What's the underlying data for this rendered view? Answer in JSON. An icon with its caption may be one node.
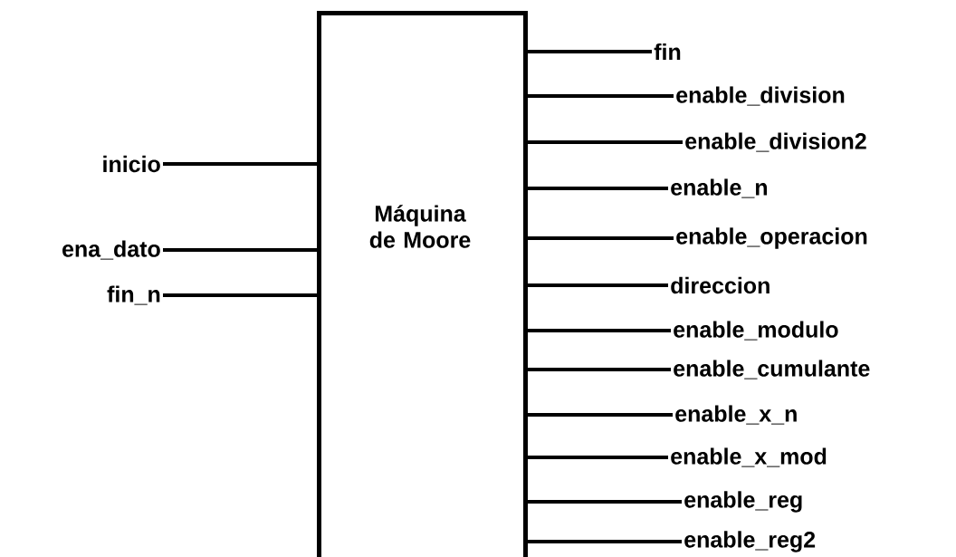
{
  "diagram": {
    "nodes": [
      {
        "text": [
          "Máquina de Moore"
        ]
      },
      {
        "text": [
          "inicio"
        ]
      },
      {
        "text": [
          "ena_dato"
        ]
      },
      {
        "text": [
          "fin_n"
        ]
      },
      {
        "text": [
          "fin"
        ]
      },
      {
        "text": [
          "enable_division"
        ]
      },
      {
        "text": [
          "enable_division2"
        ]
      },
      {
        "text": [
          "enable_n"
        ]
      },
      {
        "text": [
          "enable_operacion"
        ]
      },
      {
        "text": [
          "direccion"
        ]
      },
      {
        "text": [
          "enable_modulo"
        ]
      },
      {
        "text": [
          "enable_cumulante"
        ]
      },
      {
        "text": [
          "enable_x_n"
        ]
      },
      {
        "text": [
          "enable_x_mod"
        ]
      },
      {
        "text": [
          "enable_reg"
        ]
      },
      {
        "text": [
          "enable_reg2"
        ]
      }
    ],
    "edges": [
      {
        "from": 1,
        "to": 0,
        "arrow": "none"
      },
      {
        "from": 2,
        "to": 0,
        "arrow": "none"
      },
      {
        "from": 3,
        "to": 0,
        "arrow": "none"
      },
      {
        "from": 0,
        "to": 4,
        "arrow": "none"
      },
      {
        "from": 0,
        "to": 5,
        "arrow": "none"
      },
      {
        "from": 0,
        "to": 6,
        "arrow": "none"
      },
      {
        "from": 0,
        "to": 7,
        "arrow": "none"
      },
      {
        "from": 0,
        "to": 8,
        "arrow": "none"
      },
      {
        "from": 0,
        "to": 9,
        "arrow": "none"
      },
      {
        "from": 0,
        "to": 10,
        "arrow": "none"
      },
      {
        "from": 0,
        "to": 11,
        "arrow": "none"
      },
      {
        "from": 0,
        "to": 12,
        "arrow": "none"
      },
      {
        "from": 0,
        "to": 13,
        "arrow": "none"
      },
      {
        "from": 0,
        "to": 14,
        "arrow": "none"
      },
      {
        "from": 0,
        "to": 15,
        "arrow": "none"
      }
    ]
  }
}
